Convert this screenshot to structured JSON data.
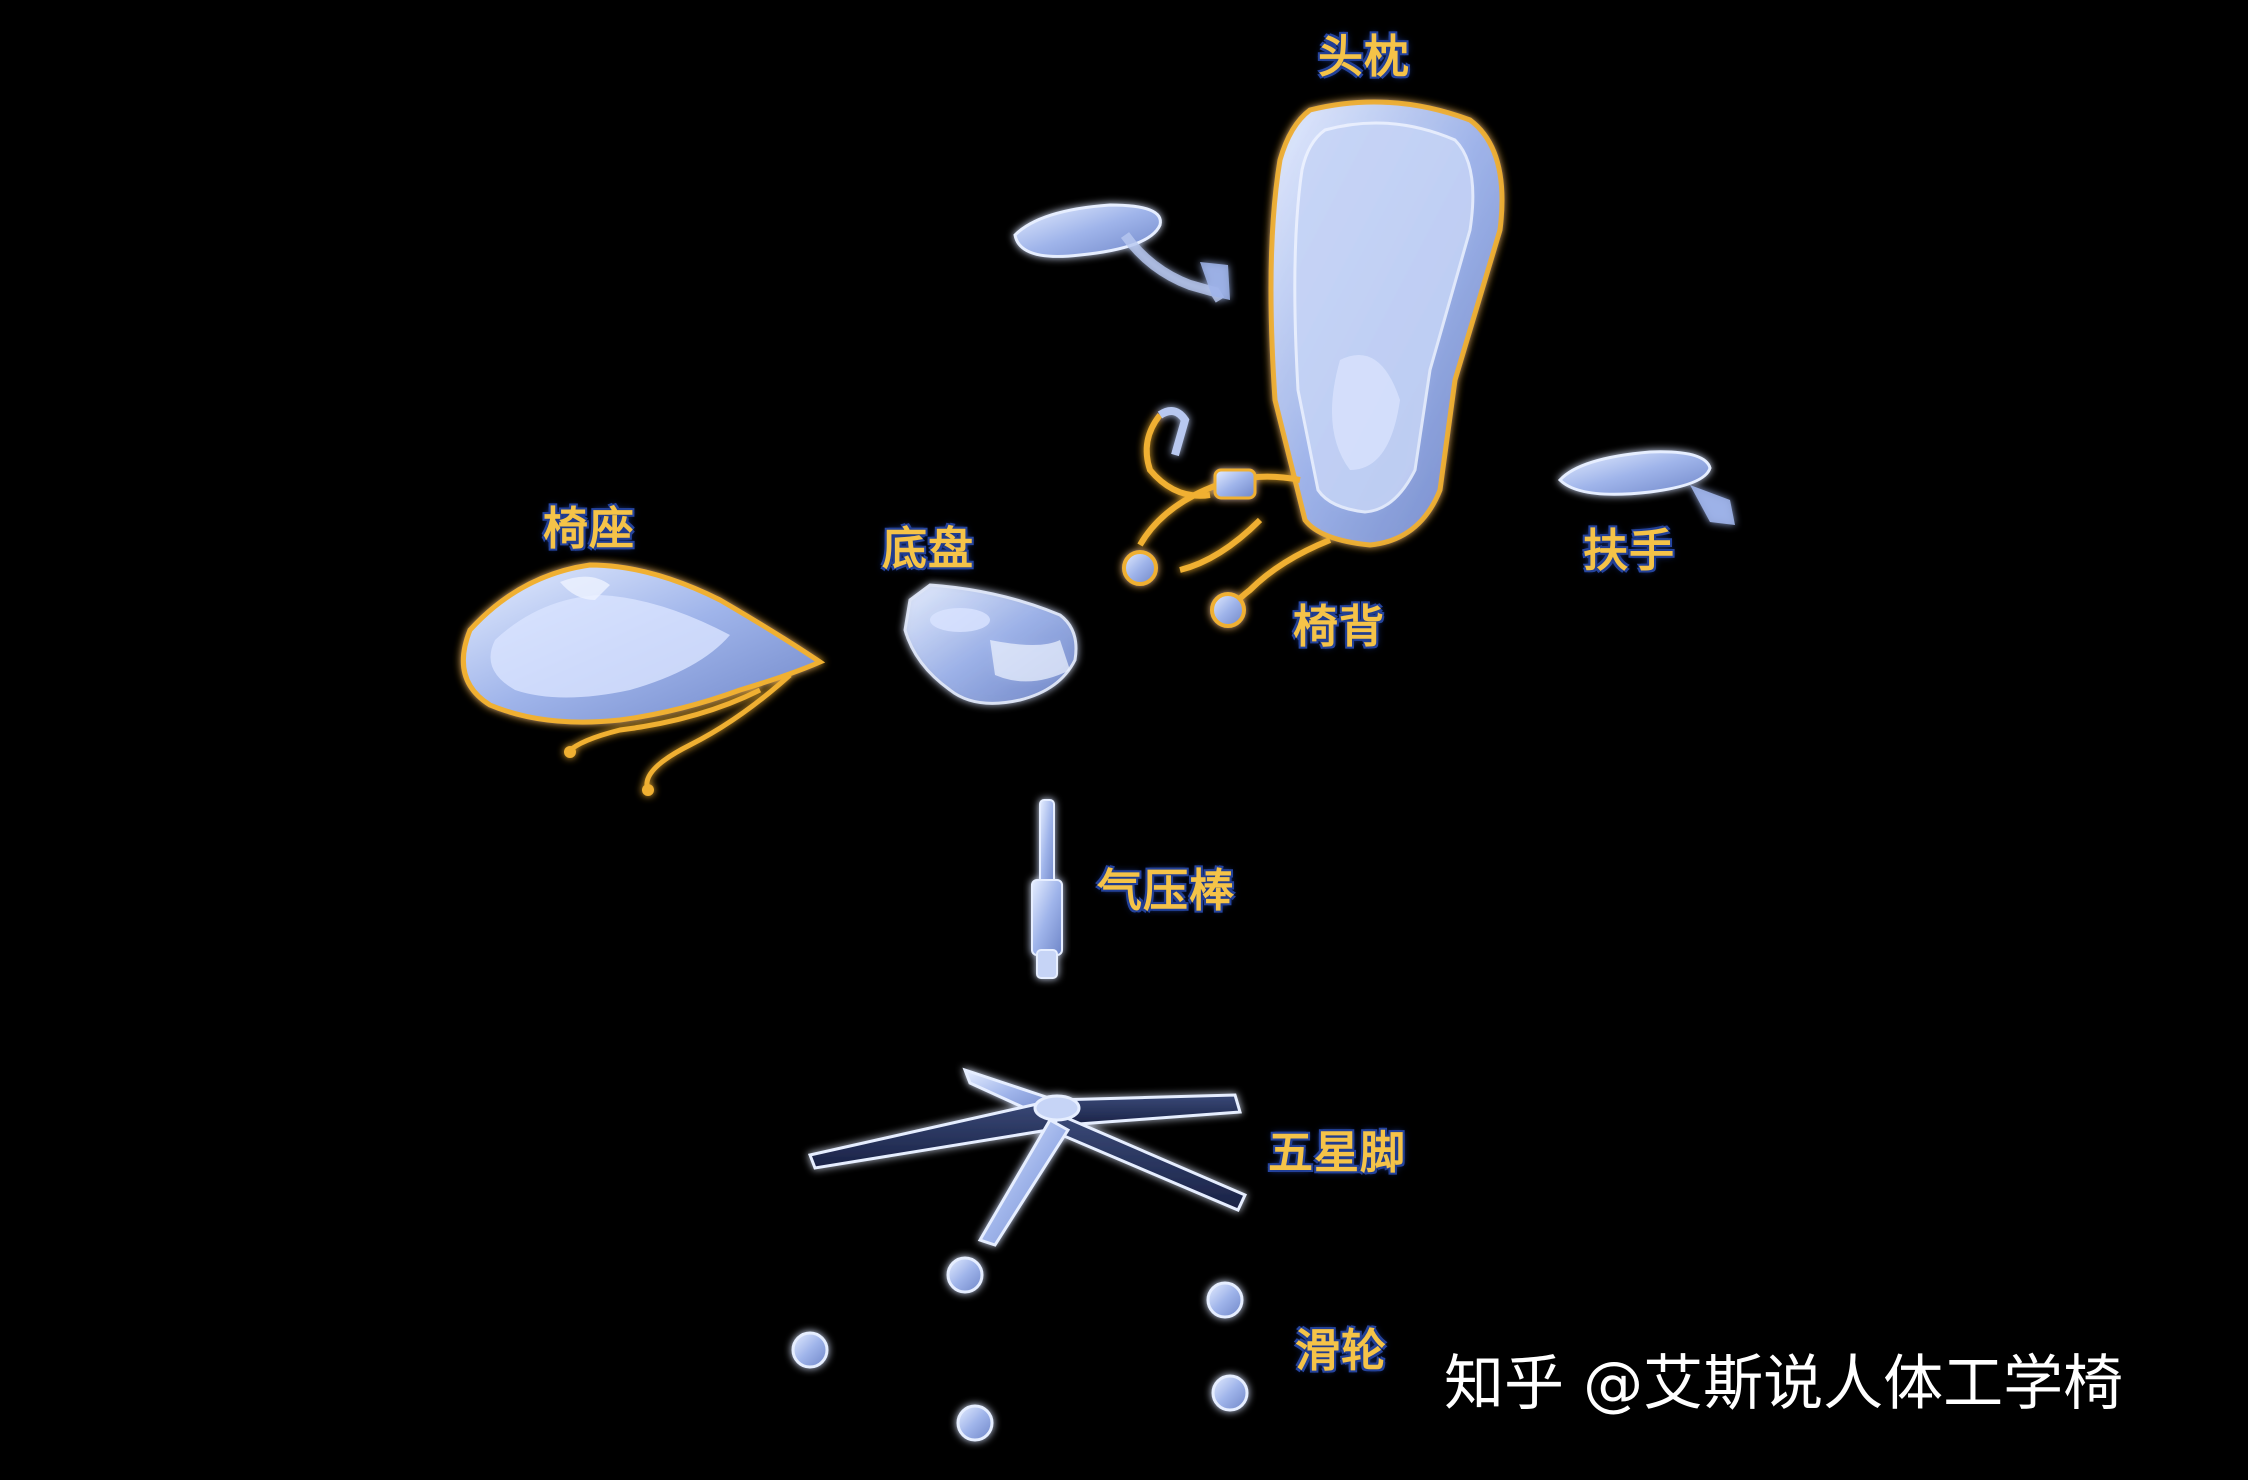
{
  "colors": {
    "background": "#000000",
    "part_fill": "#b8c8f0",
    "part_glow": "#c9d8ff",
    "highlight_outline": "#f0b030",
    "label_text": "#f5c348",
    "label_outline": "#2a4aa8",
    "watermark_text": "#ffffff"
  },
  "labels": {
    "headrest": "头枕",
    "seat": "椅座",
    "chassis": "底盘",
    "armrest": "扶手",
    "backrest": "椅背",
    "gas_lift": "气压棒",
    "base": "五星脚",
    "casters": "滑轮"
  },
  "watermark": "知乎 @艾斯说人体工学椅"
}
